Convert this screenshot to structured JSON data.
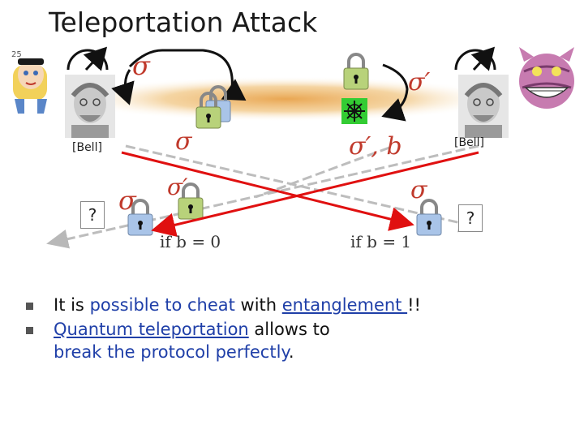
{
  "title": "Teleportation Attack",
  "slide_number": "25",
  "labels": {
    "bell_left": "[Bell]",
    "bell_right": "[Bell]",
    "question_left": "?",
    "question_right": "?",
    "sigma_top_left": "σ",
    "sigma_center": "σ",
    "sigma_prime_top_right": "σ′",
    "sigma_prime_b": "σ′, b",
    "sigma_bottom_left": "σ",
    "sigma_prime_bottom": "σ′",
    "sigma_bottom_right": "σ",
    "if_b0": "if b = 0",
    "if_b1": "if b = 1"
  },
  "bullets": {
    "b1_part1": "It is ",
    "b1_part2": "possible to cheat",
    "b1_part3": " with ",
    "b1_part4": "entanglement ",
    "b1_part5": "!!",
    "b2_part1": "Quantum teleportation",
    "b2_part2": " allows to",
    "b2_part3": "break the protocol perfectly",
    "b2_part4": "."
  },
  "icons": [
    "alice-icon",
    "meter-icon",
    "person-photo-icon",
    "padlock-icon",
    "entanglement-star-icon",
    "cheshire-cat-icon"
  ],
  "colors": {
    "accent": "#c0392b",
    "text_blue": "#1f3fa8",
    "arrow_red": "#e01010",
    "beam_orange": "#e8a24a"
  }
}
